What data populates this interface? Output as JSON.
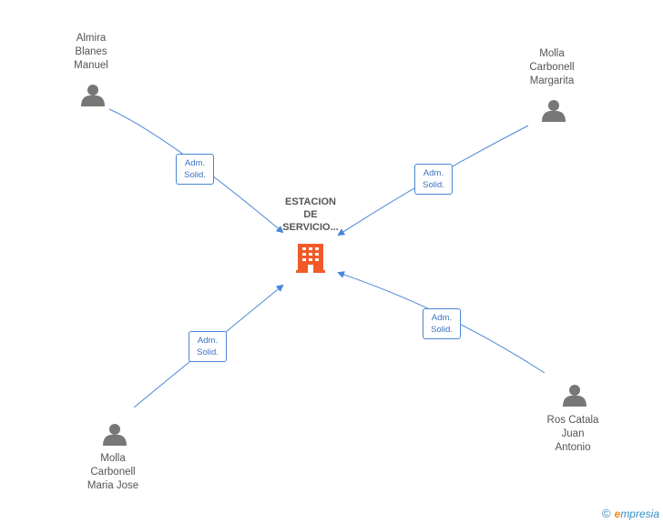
{
  "company": {
    "lines": [
      "ESTACION",
      "DE",
      "SERVICIO..."
    ],
    "icon": "building-icon",
    "color": "#f05a28"
  },
  "people": [
    {
      "id": "almira",
      "lines": [
        "Almira",
        "Blanes",
        "Manuel"
      ],
      "relation": [
        "Adm.",
        "Solid."
      ]
    },
    {
      "id": "molla-margarita",
      "lines": [
        "Molla",
        "Carbonell",
        "Margarita"
      ],
      "relation": [
        "Adm.",
        "Solid."
      ]
    },
    {
      "id": "molla-maria-jose",
      "lines": [
        "Molla",
        "Carbonell",
        "Maria Jose"
      ],
      "relation": [
        "Adm.",
        "Solid."
      ]
    },
    {
      "id": "ros-catala",
      "lines": [
        "Ros Catala",
        "Juan",
        "Antonio"
      ],
      "relation": [
        "Adm.",
        "Solid."
      ]
    }
  ],
  "colors": {
    "edge": "#4a86d6",
    "person_icon": "#777777",
    "text": "#555555"
  },
  "footer": {
    "copyright": "©",
    "brand_initial": "e",
    "brand_rest": "mpresia"
  }
}
